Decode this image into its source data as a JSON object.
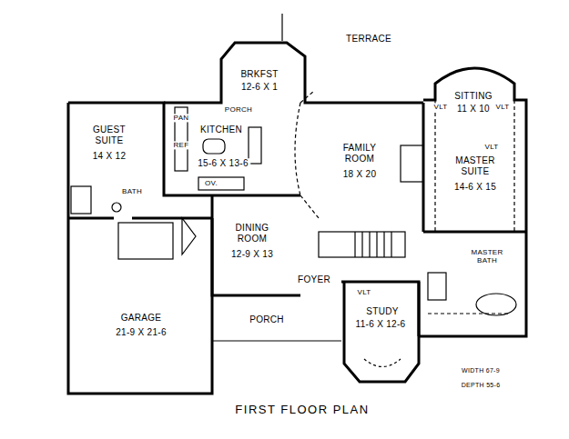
{
  "diagram": {
    "title": "FIRST FLOOR PLAN",
    "labels": [
      "TERRACE",
      "BRKFST",
      "12-6 X 1",
      "PORCH",
      "PAN",
      "REF",
      "KITCHEN",
      "15-6 X 13-6",
      "OV.",
      "GUEST SUITE",
      "14 X 12",
      "BATH",
      "FAMILY ROOM",
      "18 X 20",
      "SITTING",
      "11 X 10",
      "VLT",
      "VLT",
      "MASTER SUITE",
      "14-6 X 15",
      "VLT",
      "MASTER BATH",
      "DINING ROOM",
      "12-9 X 13",
      "FOYER",
      "STUDY",
      "11-6 X 12-6",
      "VLT",
      "GARAGE",
      "21-9 X 21-6",
      "PORCH",
      "WIDTH 67-9",
      "DEPTH 55-6"
    ]
  }
}
